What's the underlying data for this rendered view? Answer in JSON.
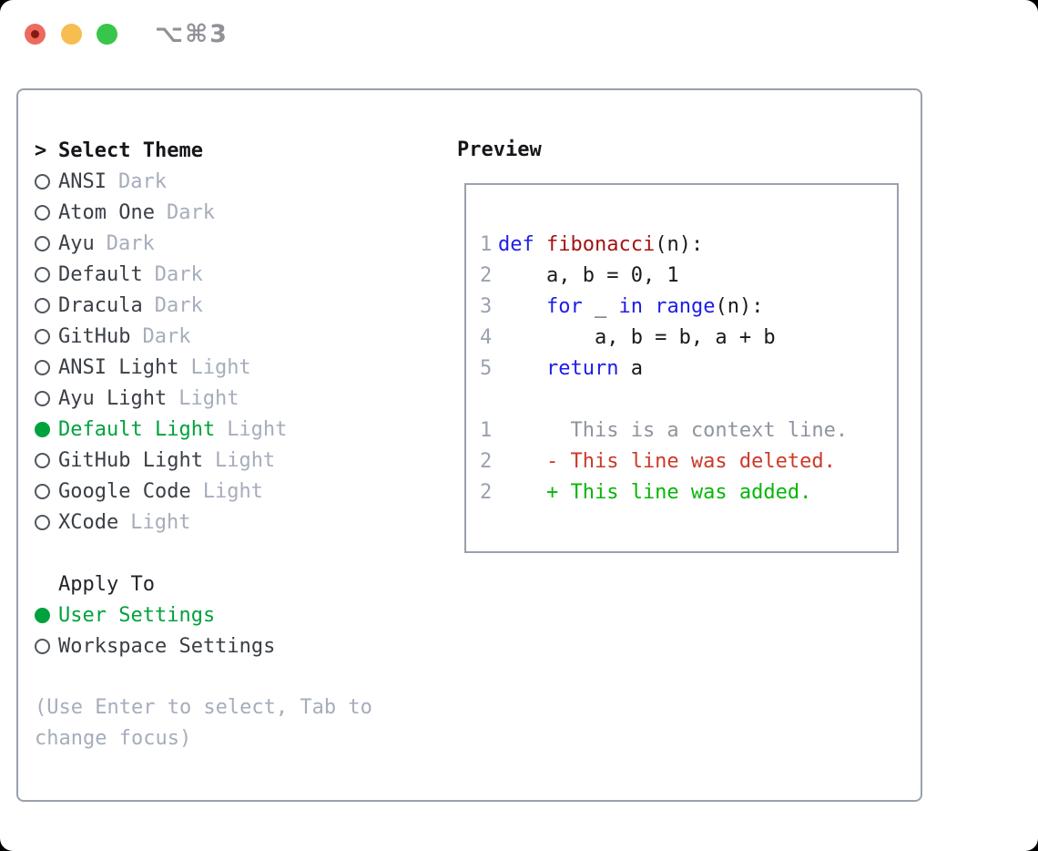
{
  "window": {
    "shortcut": "⌥⌘3"
  },
  "theme_picker": {
    "prompt": ">",
    "title": "Select Theme",
    "themes": [
      {
        "name": "ANSI",
        "tag": "Dark",
        "selected": false
      },
      {
        "name": "Atom One",
        "tag": "Dark",
        "selected": false
      },
      {
        "name": "Ayu",
        "tag": "Dark",
        "selected": false
      },
      {
        "name": "Default",
        "tag": "Dark",
        "selected": false
      },
      {
        "name": "Dracula",
        "tag": "Dark",
        "selected": false
      },
      {
        "name": "GitHub",
        "tag": "Dark",
        "selected": false
      },
      {
        "name": "ANSI Light",
        "tag": "Light",
        "selected": false
      },
      {
        "name": "Ayu Light",
        "tag": "Light",
        "selected": false
      },
      {
        "name": "Default Light",
        "tag": "Light",
        "selected": true
      },
      {
        "name": "GitHub Light",
        "tag": "Light",
        "selected": false
      },
      {
        "name": "Google Code",
        "tag": "Light",
        "selected": false
      },
      {
        "name": "XCode",
        "tag": "Light",
        "selected": false
      }
    ],
    "apply_to": {
      "title": "Apply To",
      "options": [
        {
          "name": "User Settings",
          "selected": true
        },
        {
          "name": "Workspace Settings",
          "selected": false
        }
      ]
    },
    "hint": "(Use Enter to select, Tab to change focus)"
  },
  "preview": {
    "title": "Preview",
    "code_lines": [
      {
        "num": "1",
        "tokens": [
          {
            "t": "def",
            "c": "keyword"
          },
          {
            "t": " ",
            "c": "plain"
          },
          {
            "t": "fibonacci",
            "c": "function"
          },
          {
            "t": "(n):",
            "c": "plain"
          }
        ]
      },
      {
        "num": "2",
        "tokens": [
          {
            "t": "    a, b = 0, 1",
            "c": "plain"
          }
        ]
      },
      {
        "num": "3",
        "tokens": [
          {
            "t": "    ",
            "c": "plain"
          },
          {
            "t": "for",
            "c": "keyword"
          },
          {
            "t": " _ ",
            "c": "plain"
          },
          {
            "t": "in",
            "c": "keyword"
          },
          {
            "t": " ",
            "c": "plain"
          },
          {
            "t": "range",
            "c": "keyword"
          },
          {
            "t": "(n):",
            "c": "plain"
          }
        ]
      },
      {
        "num": "4",
        "tokens": [
          {
            "t": "        a, b = b, a + b",
            "c": "plain"
          }
        ]
      },
      {
        "num": "5",
        "tokens": [
          {
            "t": "    ",
            "c": "plain"
          },
          {
            "t": "return",
            "c": "keyword"
          },
          {
            "t": " a",
            "c": "plain"
          }
        ]
      }
    ],
    "diff_lines": [
      {
        "num": "1",
        "kind": "context",
        "text": "      This is a context line."
      },
      {
        "num": "2",
        "kind": "deleted",
        "text": "    - This line was deleted."
      },
      {
        "num": "2",
        "kind": "added",
        "text": "    + This line was added."
      }
    ]
  },
  "colors": {
    "accent_green": "#00a23d",
    "keyword_blue": "#1d1de8",
    "function_red": "#a31414",
    "deleted_red": "#cc3a28",
    "added_green": "#09b509",
    "context_gray": "#8e959f",
    "lineno_gray": "#9aa2b0",
    "muted_gray": "#a6adbb",
    "item_text": "#3a3f46",
    "header_text": "#141619",
    "panel_border": "#99a1ab",
    "traffic_red": "#ed6a5f",
    "traffic_red_dot": "#851a11",
    "traffic_yellow": "#f6be50",
    "traffic_green": "#37c649",
    "shortcut_gray": "#909298"
  }
}
